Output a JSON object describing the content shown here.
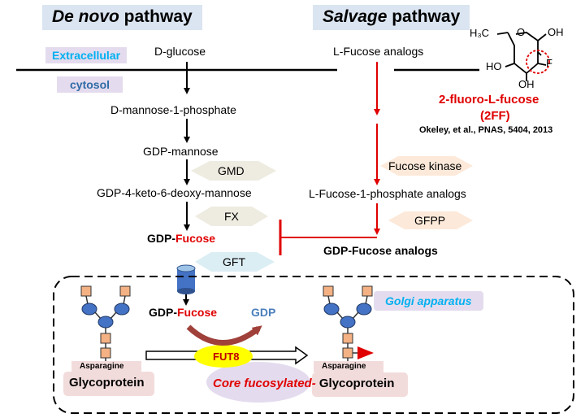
{
  "headers": {
    "denovo_italic": "De novo",
    "denovo_rest": " pathway",
    "salvage_italic": "Salvage",
    "salvage_rest": " pathway"
  },
  "locations": {
    "extracellular": "Extracellular",
    "cytosol": "cytosol",
    "golgi": "Golgi apparatus"
  },
  "denovo": {
    "glucose": "D-glucose",
    "mannose1p": "D-mannose-1-phosphate",
    "gdp_mannose": "GDP-mannose",
    "gdp_keto": "GDP-4-keto-6-deoxy-mannose",
    "gdp_prefix": "GDP-",
    "fucose": "Fucose"
  },
  "enzymes": {
    "gmd": "GMD",
    "fx": "FX",
    "gft": "GFT",
    "fucose_kinase": "Fucose kinase",
    "gfpp": "GFPP",
    "fut8": "FUT8"
  },
  "salvage": {
    "analogs": "L-Fucose analogs",
    "fucose1p": "L-Fucose-1-phosphate analogs",
    "gdp_fucose_analogs": "GDP-Fucose analogs"
  },
  "compound": {
    "name": "2-fluoro-L-fucose",
    "abbr": "(2FF)",
    "citation": "Okeley, et al., PNAS, 5404, 2013",
    "h3c": "H₃C",
    "o": "O",
    "oh1": "OH",
    "ho": "HO",
    "oh2": "OH",
    "f": "F"
  },
  "golgi": {
    "gdp_prefix": "GDP-",
    "fucose": "Fucose",
    "gdp": "GDP",
    "asparagine1": "Asparagine",
    "asparagine2": "Asparagine",
    "glycoprotein": "Glycoprotein",
    "core_fucosylated": "Core fucosylated-",
    "glycoprotein2": " Glycoprotein"
  },
  "colors": {
    "header_bg": "#dbe5f1",
    "inhibit_red": "#e00000",
    "sugar_blue": "#4472c4",
    "sugar_orange": "#f4b183",
    "fut8_yellow": "#ffff00",
    "gdp_blue": "#4a7ebb"
  }
}
